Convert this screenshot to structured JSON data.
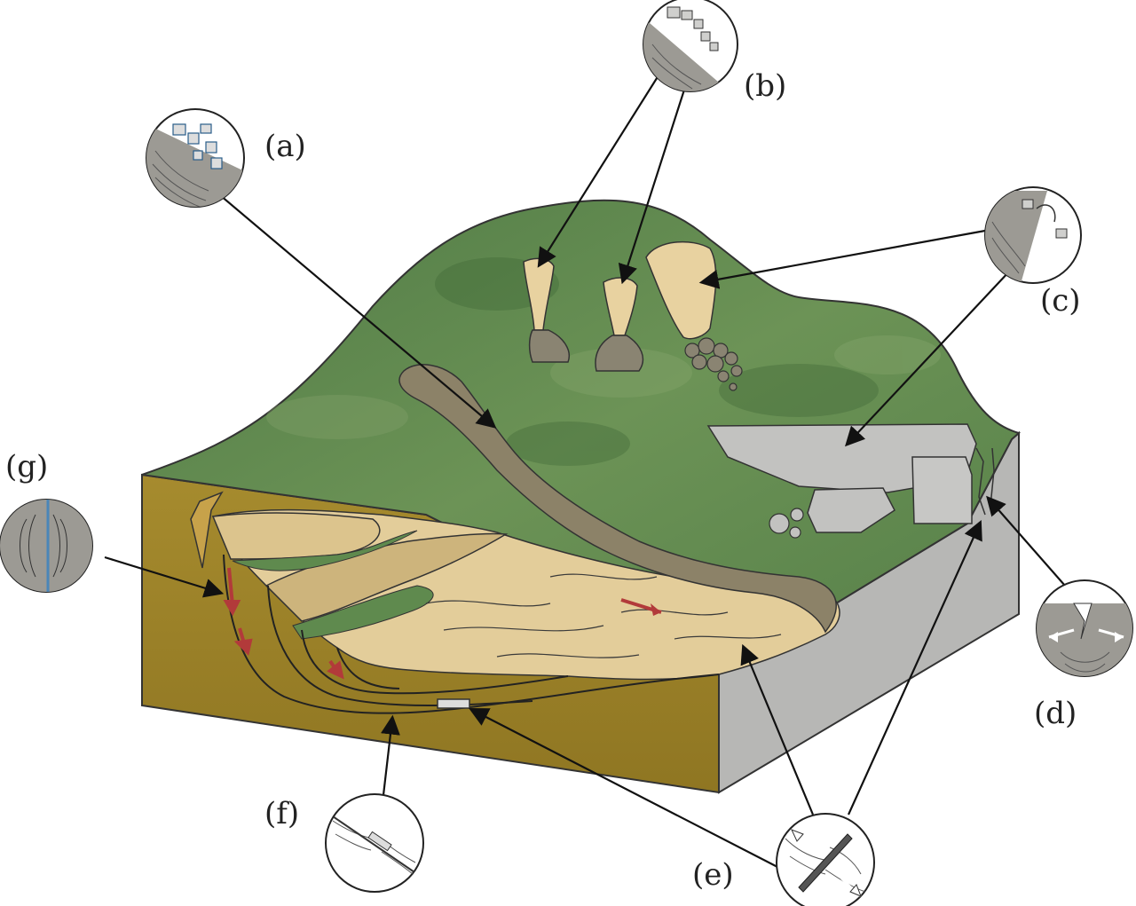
{
  "labels": {
    "a": "(a)",
    "b": "(b)",
    "c": "(c)",
    "d": "(d)",
    "e": "(e)",
    "f": "(f)",
    "g": "(g)"
  },
  "colors": {
    "grass": "#5f8a4e",
    "grass_dark": "#416b3a",
    "soil_front": "#a58a2a",
    "soil_side": "#b8b8b6",
    "slide_mass": "#e6cf9c",
    "debris": "#8a8372",
    "rock_block": "#c4c4c2",
    "arrow": "#111111",
    "red_arrow": "#b23a3a",
    "inset_fill": "#9c9a94"
  }
}
